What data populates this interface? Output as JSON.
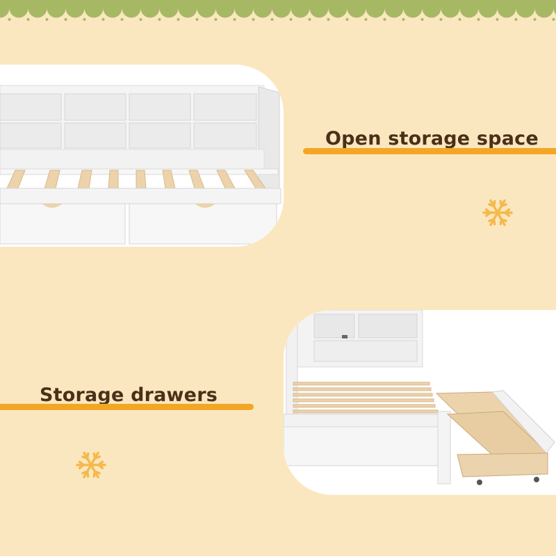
{
  "captions": {
    "open_storage": "Open storage space",
    "drawers": "Storage drawers"
  },
  "colors": {
    "background": "#fbe7bf",
    "scallop_border": "#a7b865",
    "accent_bar": "#f3a626",
    "caption_text": "#4a3018",
    "snowflake": "#f5b94c",
    "wood": "#ecd3ac",
    "white_furniture": "#f3f3f3"
  },
  "icons": {
    "decoration_top": "scallop-border",
    "decoration_flake": "snowflake-icon"
  }
}
